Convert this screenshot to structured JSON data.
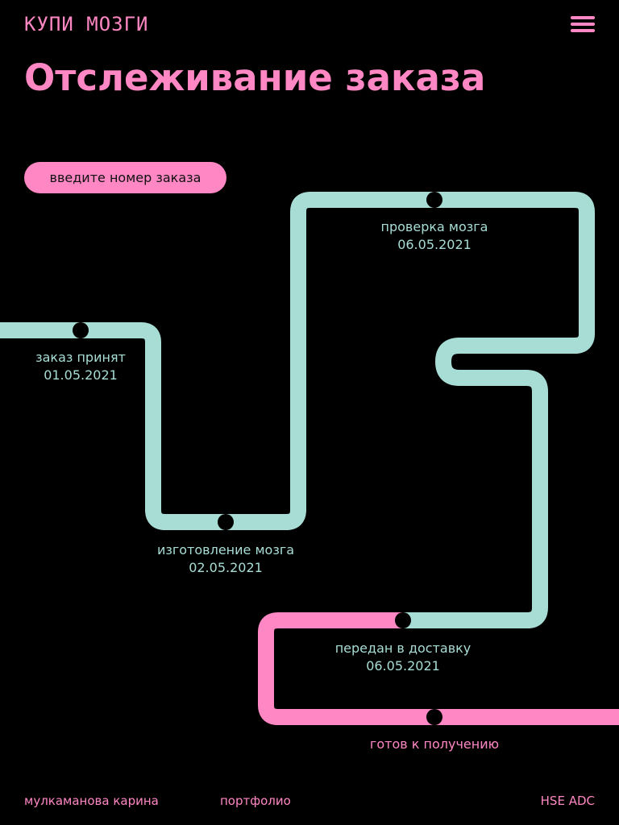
{
  "header": {
    "logo_text": "КУПИ МОЗГИ",
    "menu_icon": "hamburger-menu-icon"
  },
  "page": {
    "title": "Отслеживание заказа"
  },
  "search": {
    "placeholder": "введите номер заказа"
  },
  "tracking": {
    "stages": [
      {
        "label": "заказ принят",
        "date": "01.05.2021",
        "completed": true
      },
      {
        "label": "изготовление мозга",
        "date": "02.05.2021",
        "completed": true
      },
      {
        "label": "проверка мозга",
        "date": "06.05.2021",
        "completed": true
      },
      {
        "label": "передан в доставку",
        "date": "06.05.2021",
        "completed": true
      },
      {
        "label": "готов к получению",
        "date": "",
        "completed": false
      }
    ]
  },
  "footer": {
    "author": "мулкаманова карина",
    "portfolio": "портфолио",
    "school": "HSE ADC"
  },
  "colors": {
    "background": "#000000",
    "accent_pink": "#ff87c3",
    "track_mint": "#a8ddd6"
  }
}
